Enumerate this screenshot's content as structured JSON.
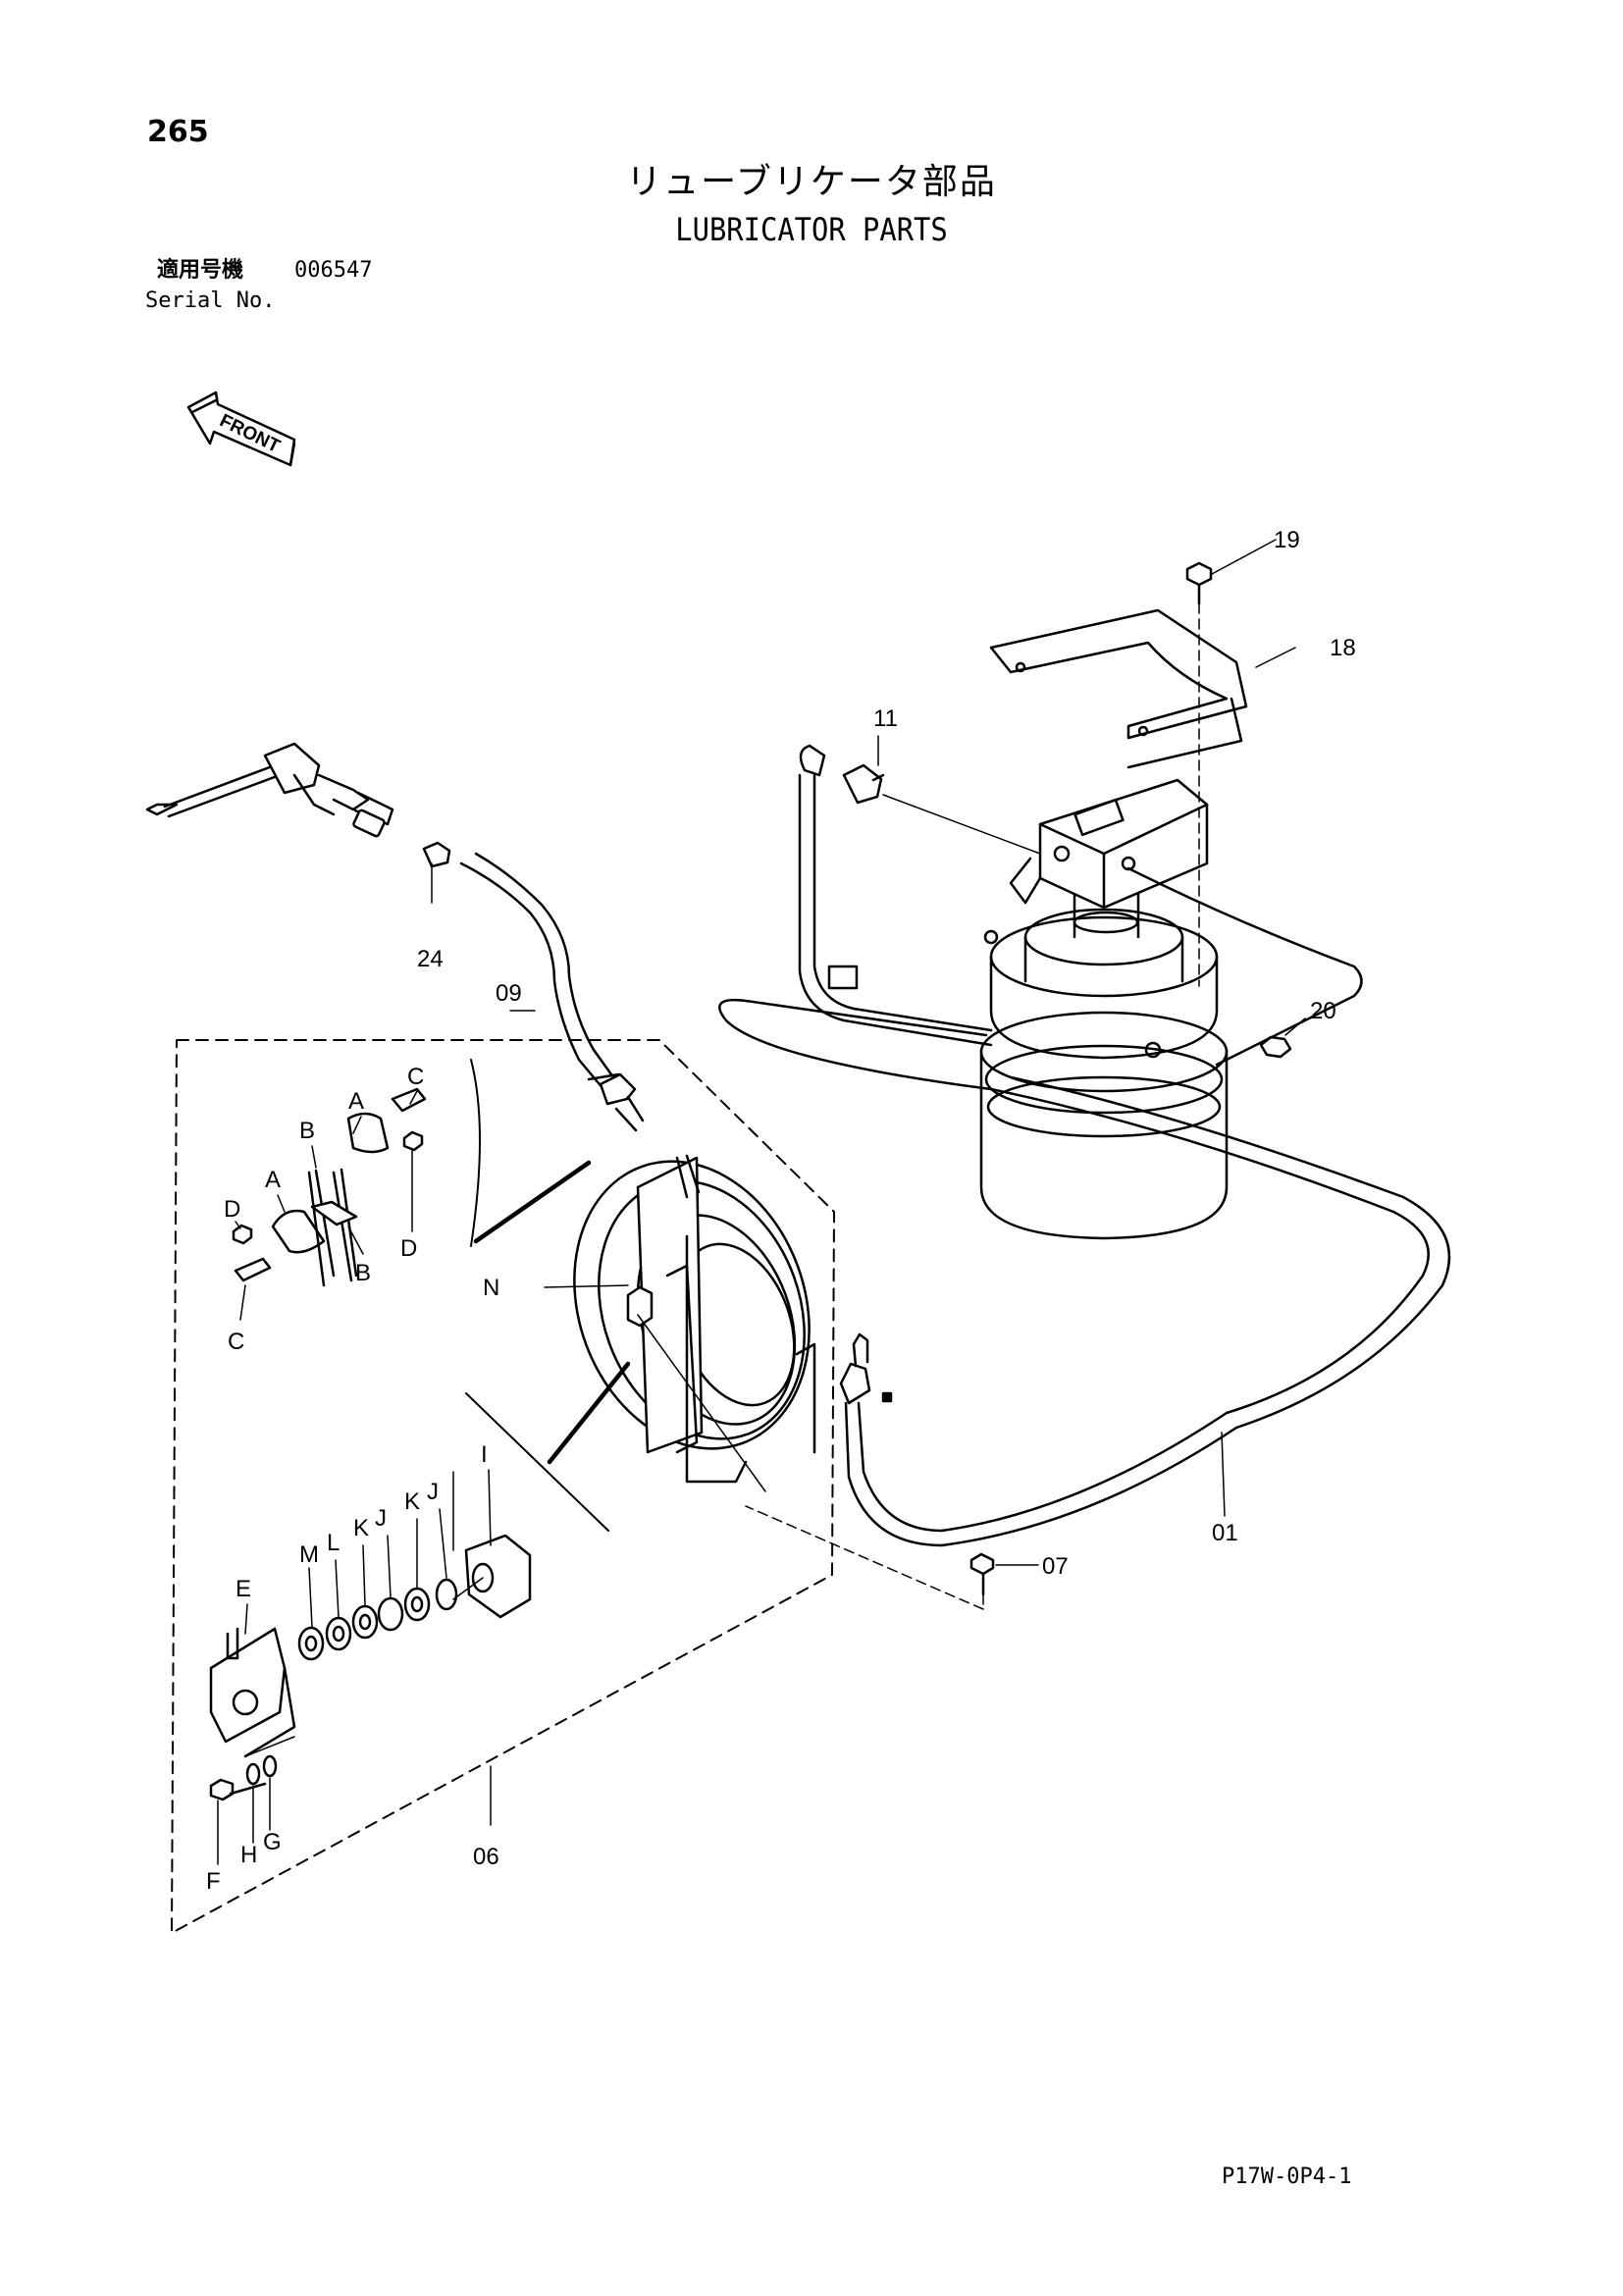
{
  "header": {
    "page_number": "265",
    "title_ja": "リューブリケータ部品",
    "title_en": "LUBRICATOR PARTS",
    "serial_label_ja": "適用号機",
    "serial_value": "006547",
    "serial_label_en": "Serial No."
  },
  "front_marker": {
    "label": "FRONT",
    "icon": "front-arrow-icon"
  },
  "callouts": {
    "p19": "19",
    "p18": "18",
    "p11": "11",
    "p20": "20",
    "p24": "24",
    "p09": "09",
    "p01": "01",
    "p07": "07",
    "p06": "06",
    "cA1": "A",
    "cA2": "A",
    "cB1": "B",
    "cB2": "B",
    "cC1": "C",
    "cC2": "C",
    "cD1": "D",
    "cD2": "D",
    "cN": "N",
    "cE": "E",
    "cM": "M",
    "cL": "L",
    "cK1": "K",
    "cK2": "K",
    "cJ1": "J",
    "cJ2": "J",
    "cI": "I",
    "cF": "F",
    "cH": "H",
    "cG": "G"
  },
  "footer": {
    "drawing_code": "P17W-0P4-1"
  }
}
